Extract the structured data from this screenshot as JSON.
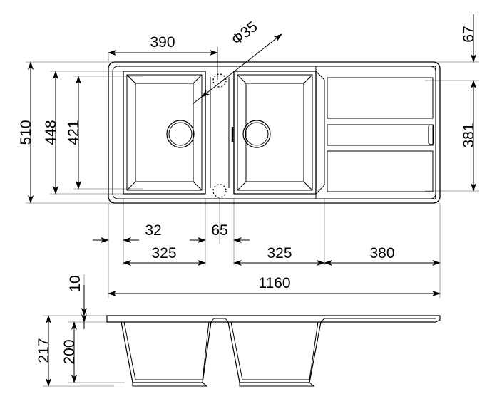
{
  "drawing": {
    "type": "technical-drawing",
    "subject": "kitchen-sink-double-bowl-with-drainboard",
    "views": [
      {
        "name": "top-view",
        "label": ""
      },
      {
        "name": "front-section-view",
        "label": ""
      }
    ],
    "units": "mm",
    "line_color": "#000000",
    "aux_line_color": "#808080",
    "background": "#ffffff"
  },
  "dimensions": {
    "top_view": {
      "bowl_width_390": "390",
      "tap_hole_diameter": "Ф35",
      "depth_67": "67",
      "depth_381": "381",
      "height_510": "510",
      "height_448": "448",
      "height_421": "421",
      "offset_32": "32",
      "gap_65": "65",
      "bowl_left_325": "325",
      "bowl_right_325": "325",
      "drainboard_380": "380",
      "total_length_1160": "1160"
    },
    "section_view": {
      "rim_thickness_10": "10",
      "total_depth_217": "217",
      "bowl_depth_200": "200"
    }
  },
  "features": {
    "tap_hole_top": "tap-hole-dashed-circle-top",
    "tap_hole_bottom": "tap-hole-dashed-circle-bottom",
    "drain_left": "drain-outlet-left-bowl",
    "drain_right": "drain-outlet-right-bowl",
    "overflow_slot": "overflow-slot-right-edge",
    "drainboard_ribs": "drainboard-ribs"
  }
}
